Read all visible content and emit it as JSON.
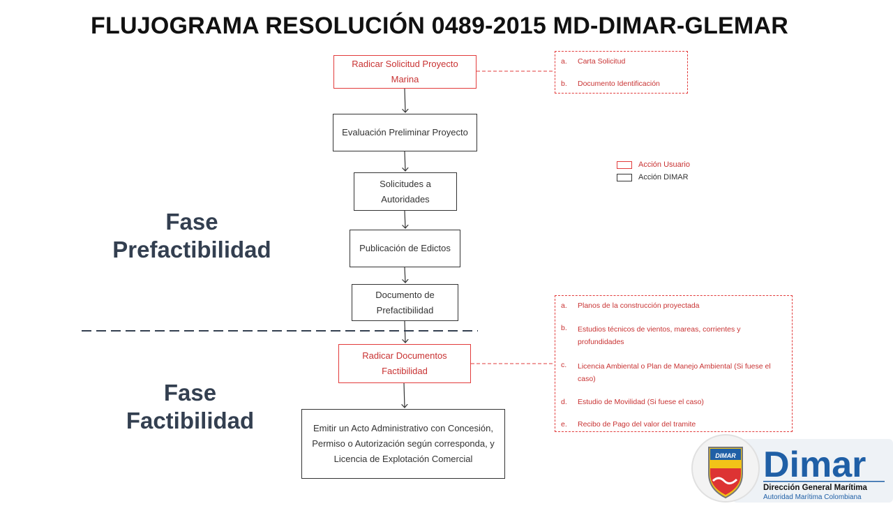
{
  "title": "FLUJOGRAMA RESOLUCIÓN 0489-2015 MD-DIMAR-GLEMAR",
  "phases": {
    "prefactibilidad": [
      "Fase",
      "Prefactibilidad"
    ],
    "factibilidad": [
      "Fase",
      "Factibilidad"
    ]
  },
  "steps": [
    {
      "text": "Radicar Solicitud Proyecto Marina",
      "type": "user"
    },
    {
      "text": "Evaluación Preliminar Proyecto",
      "type": "dimar"
    },
    {
      "text": "Solicitudes a Autoridades",
      "type": "dimar"
    },
    {
      "text": "Publicación de Edictos",
      "type": "dimar"
    },
    {
      "text": "Documento de Prefactibilidad",
      "type": "dimar"
    },
    {
      "text": "Radicar Documentos Factibilidad",
      "type": "user"
    },
    {
      "text": "Emitir un Acto Administrativo con Concesión, Permiso o Autorización según corresponda, y Licencia de Explotación Comercial",
      "type": "dimar"
    }
  ],
  "notes": {
    "solicitud": [
      {
        "letter": "a.",
        "text": "Carta Solicitud"
      },
      {
        "letter": "b.",
        "text": "Documento Identificación"
      }
    ],
    "factibilidad": [
      {
        "letter": "a.",
        "text": "Planos de la construcción proyectada"
      },
      {
        "letter": "b.",
        "text": "Estudios técnicos de vientos, mareas, corrientes y profundidades"
      },
      {
        "letter": "c.",
        "text": "Licencia Ambiental o Plan de Manejo Ambiental (Si fuese el caso)"
      },
      {
        "letter": "d.",
        "text": "Estudio de Movilidad (Si fuese el caso)"
      },
      {
        "letter": "e.",
        "text": "Recibo de Pago del valor del tramite"
      }
    ]
  },
  "legend": {
    "user": {
      "label": "Acción Usuario",
      "color": "#e23b3b"
    },
    "dimar": {
      "label": "Acción DIMAR",
      "color": "#333333"
    }
  },
  "logo": {
    "badge_text": "DIMAR",
    "brand": "Dimar",
    "line1": "Dirección General Marítima",
    "line2": "Autoridad Marítima Colombiana",
    "brand_color": "#1f5fa6"
  }
}
